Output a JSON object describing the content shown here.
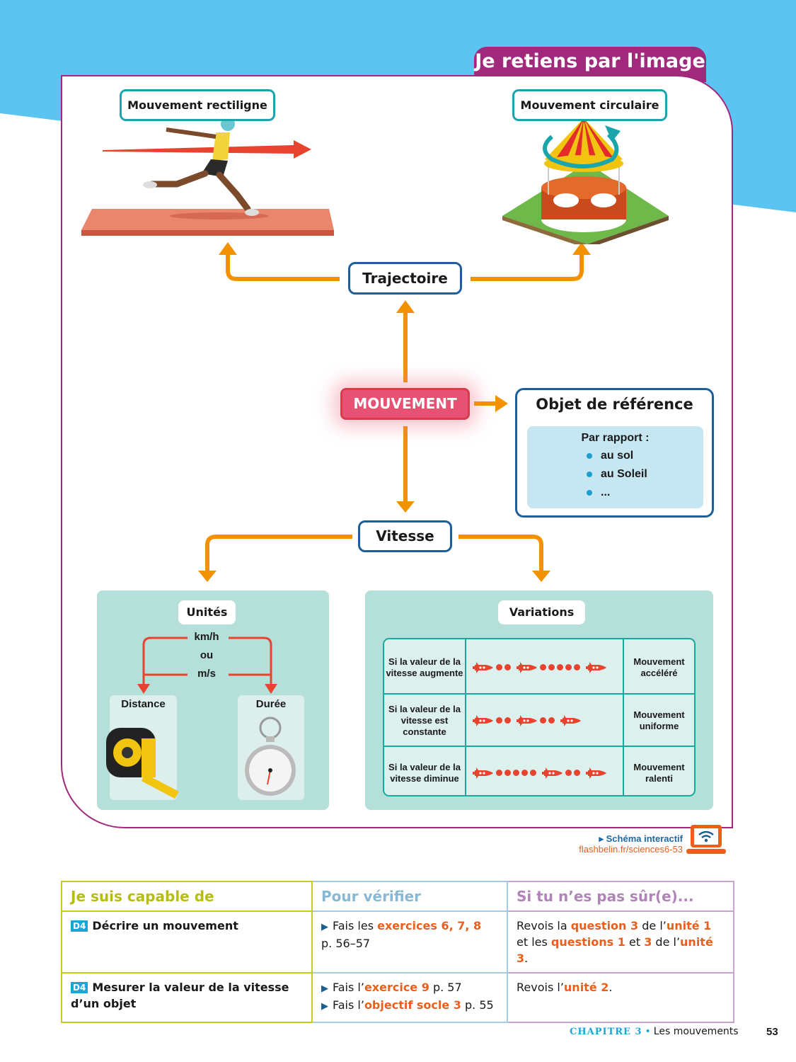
{
  "page": {
    "title": "Je retiens par l'image",
    "page_number": "53",
    "chapter_label": "CHAPITRE 3",
    "chapter_title": "Les mouvements"
  },
  "diagram": {
    "central": "MOUVEMENT",
    "trajectoire": "Trajectoire",
    "rectiligne": "Mouvement rectiligne",
    "circulaire": "Mouvement circulaire",
    "reference": {
      "title": "Objet de référence",
      "intro": "Par rapport :",
      "items": [
        "au sol",
        "au Soleil",
        "..."
      ]
    },
    "vitesse": "Vitesse",
    "unites": {
      "title": "Unités",
      "unit1": "km/h",
      "or": "ou",
      "unit2": "m/s",
      "distance": "Distance",
      "duree": "Durée"
    },
    "variations": {
      "title": "Variations",
      "rows": [
        {
          "condition": "Si la valeur de la vitesse augmente",
          "result": "Mouvement accéléré",
          "pattern": [
            2,
            5
          ]
        },
        {
          "condition": "Si la valeur de la vitesse est constante",
          "result": "Mouvement uniforme",
          "pattern": [
            2,
            2
          ]
        },
        {
          "condition": "Si la valeur de la vitesse diminue",
          "result": "Mouvement ralenti",
          "pattern": [
            5,
            2
          ]
        }
      ]
    }
  },
  "interactive": {
    "label": "▸ Schéma interactif",
    "link": "flashbelin.fr/sciences6-53",
    "icon": "laptop-wifi-icon"
  },
  "skills_table": {
    "headers": [
      "Je suis capable de",
      "Pour vérifier",
      "Si tu n’es pas sûr(e)..."
    ],
    "rows": [
      {
        "badge": "D4",
        "skill": "Décrire un mouvement",
        "verify": [
          {
            "prefix": "Fais les ",
            "highlight": "exercices 6, 7, 8",
            "suffix": "",
            "newline": "p. 56–57"
          }
        ],
        "review": {
          "t1": "Revois la ",
          "h1": "question 3",
          "t2": " de l’",
          "h2": "unité 1",
          "t3": "et les ",
          "h3": "questions 1",
          "t4": " et ",
          "h4": "3",
          "t5": " de l’",
          "h5": "unité 3",
          "t6": "."
        }
      },
      {
        "badge": "D4",
        "skill": "Mesurer la valeur de la vitesse d’un objet",
        "verify": [
          {
            "prefix": "Fais l’",
            "highlight": "exercice 9",
            "suffix": " p. 57"
          },
          {
            "prefix": "Fais l’",
            "highlight": "objectif socle 3",
            "suffix": " p. 55"
          }
        ],
        "review": {
          "t1": "Revois l’",
          "h1": "unité 2",
          "t2": "."
        }
      }
    ]
  }
}
